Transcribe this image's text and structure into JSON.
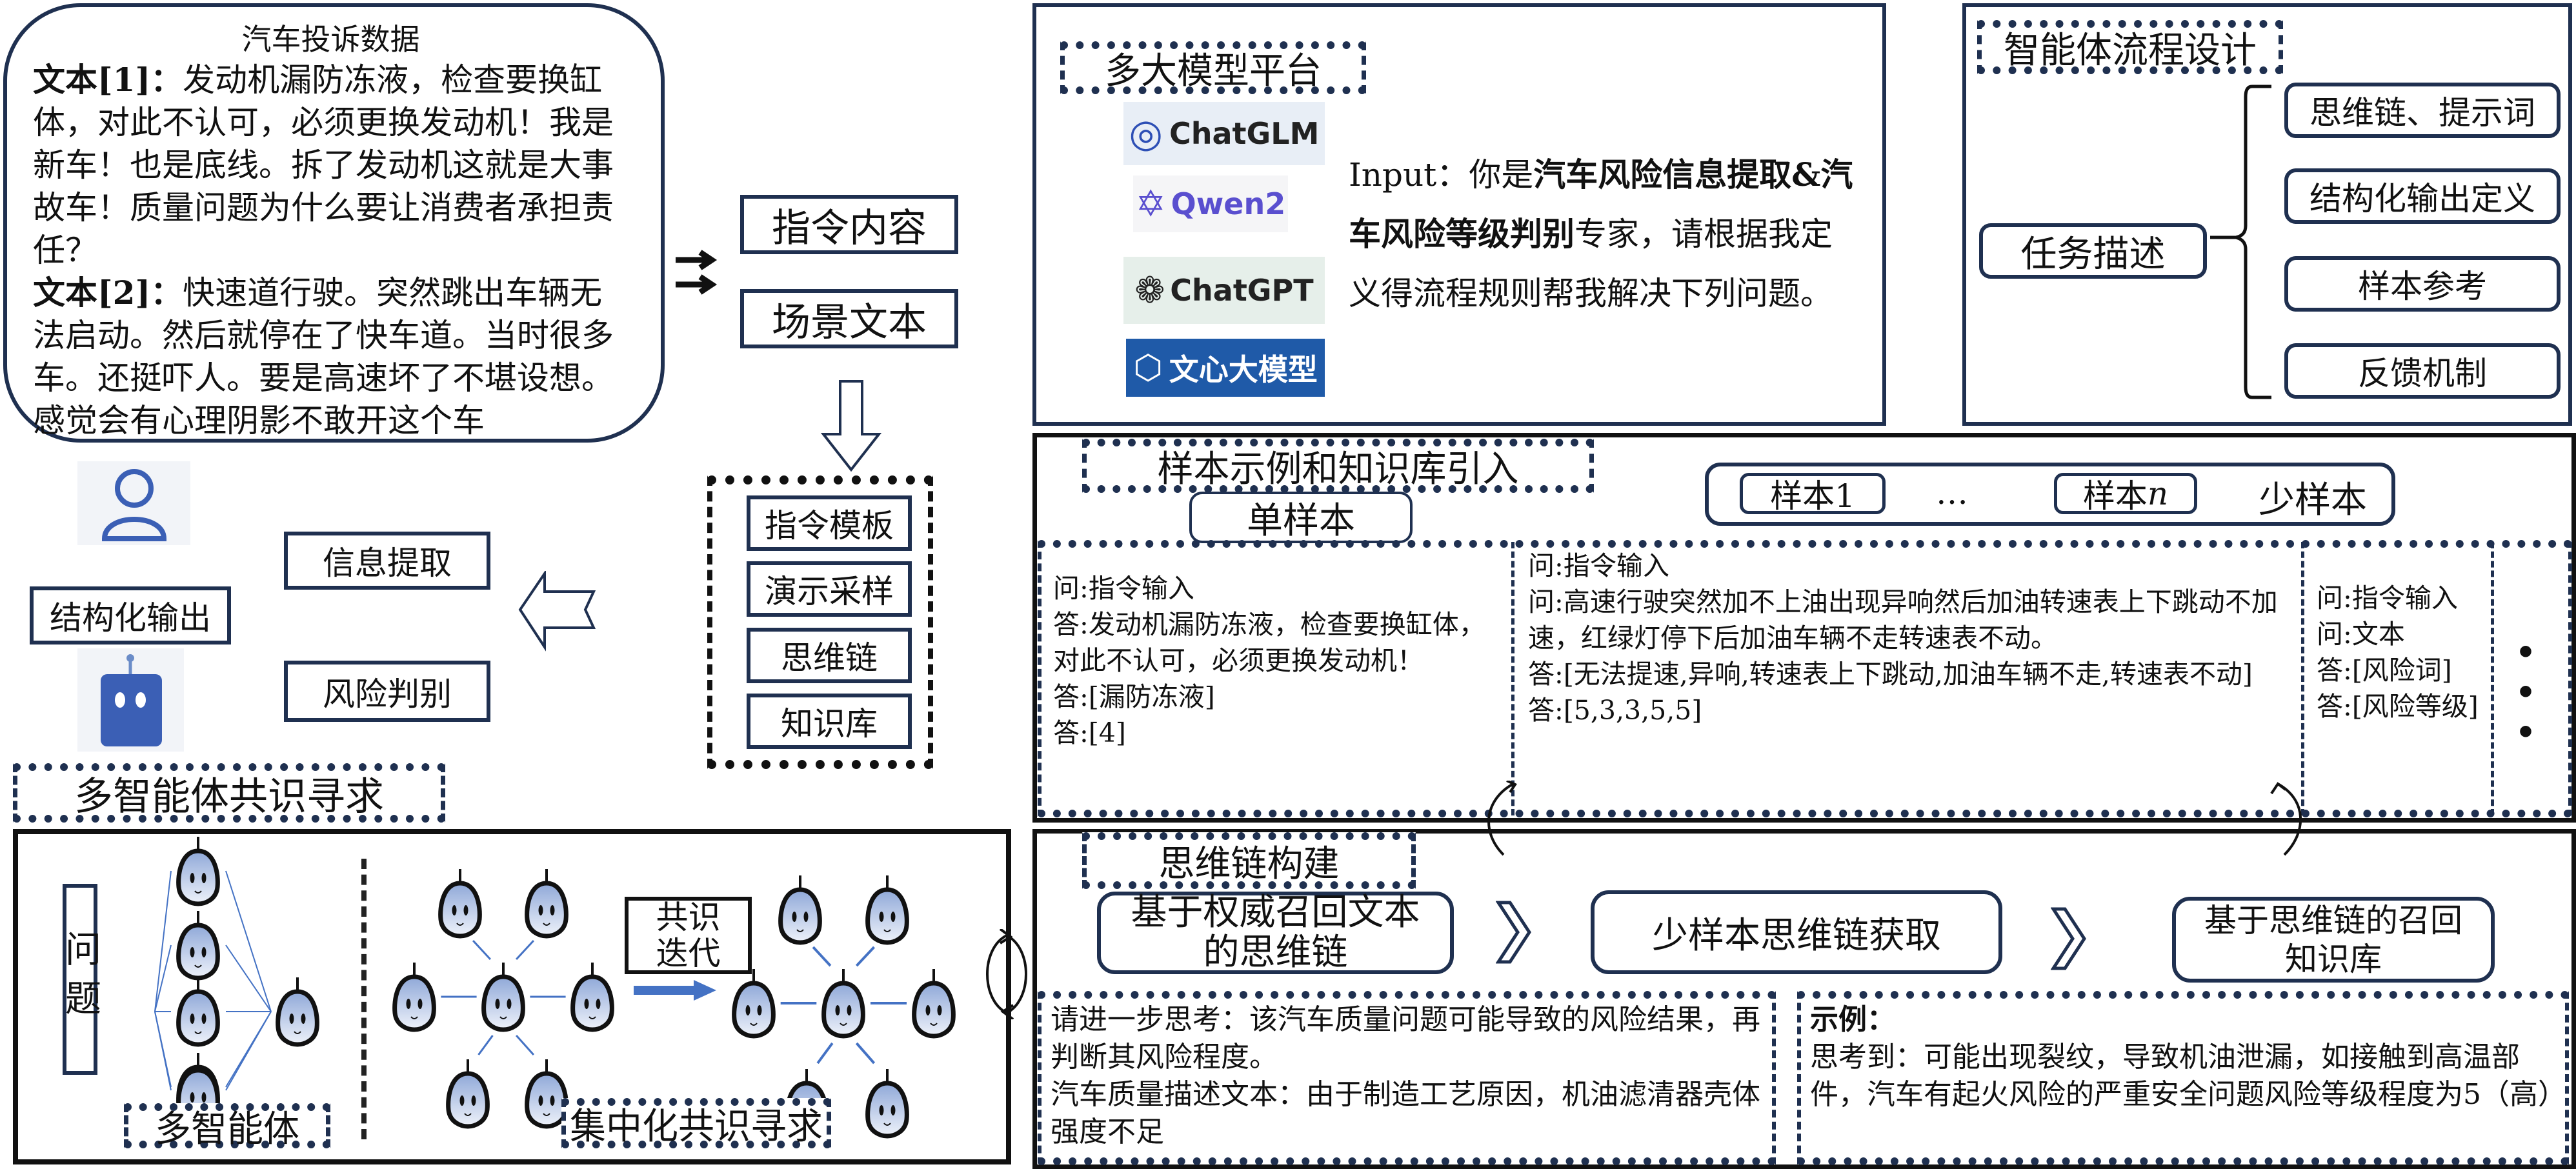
{
  "complaint": {
    "title": "汽车投诉数据",
    "texts": [
      {
        "label": "文本[1]：",
        "body": "发动机漏防冻液，检查要换缸体，对此不认可，必须更换发动机！我是新车！也是底线。拆了发动机这就是大事故车！质量问题为什么要让消费者承担责任？"
      },
      {
        "label": "文本[2]：",
        "body": "快速道行驶。突然跳出车辆无法启动。然后就停在了快车道。当时很多车。还挺吓人。要是高速坏了不堪设想。感觉会有心理阴影不敢开这个车"
      }
    ]
  },
  "instruction": {
    "content": "指令内容",
    "scene": "场景文本"
  },
  "template": {
    "items": [
      "指令模板",
      "演示采样",
      "思维链",
      "知识库"
    ]
  },
  "output": {
    "structured": "结构化输出",
    "extract": "信息提取",
    "risk": "风险判别"
  },
  "consensus": {
    "title": "多智能体共识寻求",
    "question": "问题",
    "iterate_1": "共识",
    "iterate_2": "迭代",
    "multi_agent": "多智能体",
    "centralized": "集中化共识寻求"
  },
  "platform": {
    "title": "多大模型平台",
    "logos": [
      "ChatGLM",
      "Qwen2",
      "ChatGPT",
      "文心大模型"
    ],
    "input_prefix": "Input：你是",
    "input_bold": "汽车风险信息提取&汽车风险等级判别",
    "input_rest": "专家，请根据我定义得流程规则帮我解决下列问题。"
  },
  "flow": {
    "title": "智能体流程设计",
    "task": "任务描述",
    "items": [
      "思维链、提示词",
      "结构化输出定义",
      "样本参考",
      "反馈机制"
    ]
  },
  "samples": {
    "title": "样本示例和知识库引入",
    "single": "单样本",
    "few": {
      "s1": "样本1",
      "ellipsis": "…",
      "sn_prefix": "样本",
      "sn_italic": "n",
      "label": "少样本"
    },
    "col1": [
      "问:指令输入",
      "答:发动机漏防冻液，检查要换缸体，对此不认可，必须更换发动机！",
      "答:[漏防冻液]",
      "答:[4]"
    ],
    "col2": [
      "问:指令输入",
      "问:高速行驶突然加不上油出现异响然后加油转速表上下跳动不加速，红绿灯停下后加油车辆不走转速表不动。",
      "答:[无法提速,异响,转速表上下跳动,加油车辆不走,转速表不动]",
      "答:[5,3,3,5,5]"
    ],
    "col3": [
      "问:指令输入",
      "问:文本",
      "答:[风险词]",
      "答:[风险等级]"
    ],
    "more": "•\n•\n•"
  },
  "cot": {
    "title": "思维链构建",
    "steps": [
      "基于权威召回文本的思维链",
      "少样本思维链获取",
      "基于思维链的召回知识库"
    ],
    "prompt": [
      "请进一步思考：该汽车质量问题可能导致的风险结果，再判断其风险程度。",
      "汽车质量描述文本：由于制造工艺原因，机油滤清器壳体强度不足"
    ],
    "example_title": "示例：",
    "example_text": "思考到：可能出现裂纹，导致机油泄漏，如接触到高温部件，汽车有起火风险的严重安全问题风险等级程度为5（高）"
  },
  "colors": {
    "navy": "#1f3050",
    "arrow_blue": "#4472c4",
    "wenxin_blue": "#1f5aa8"
  }
}
